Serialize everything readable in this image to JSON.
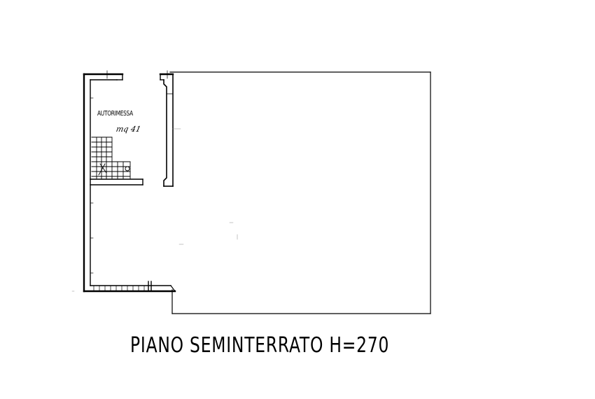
{
  "plan": {
    "room_label": "AUTORIMESSA",
    "room_area": "mq 41",
    "floor_title": "PIANO SEMINTERRATO H=270"
  }
}
